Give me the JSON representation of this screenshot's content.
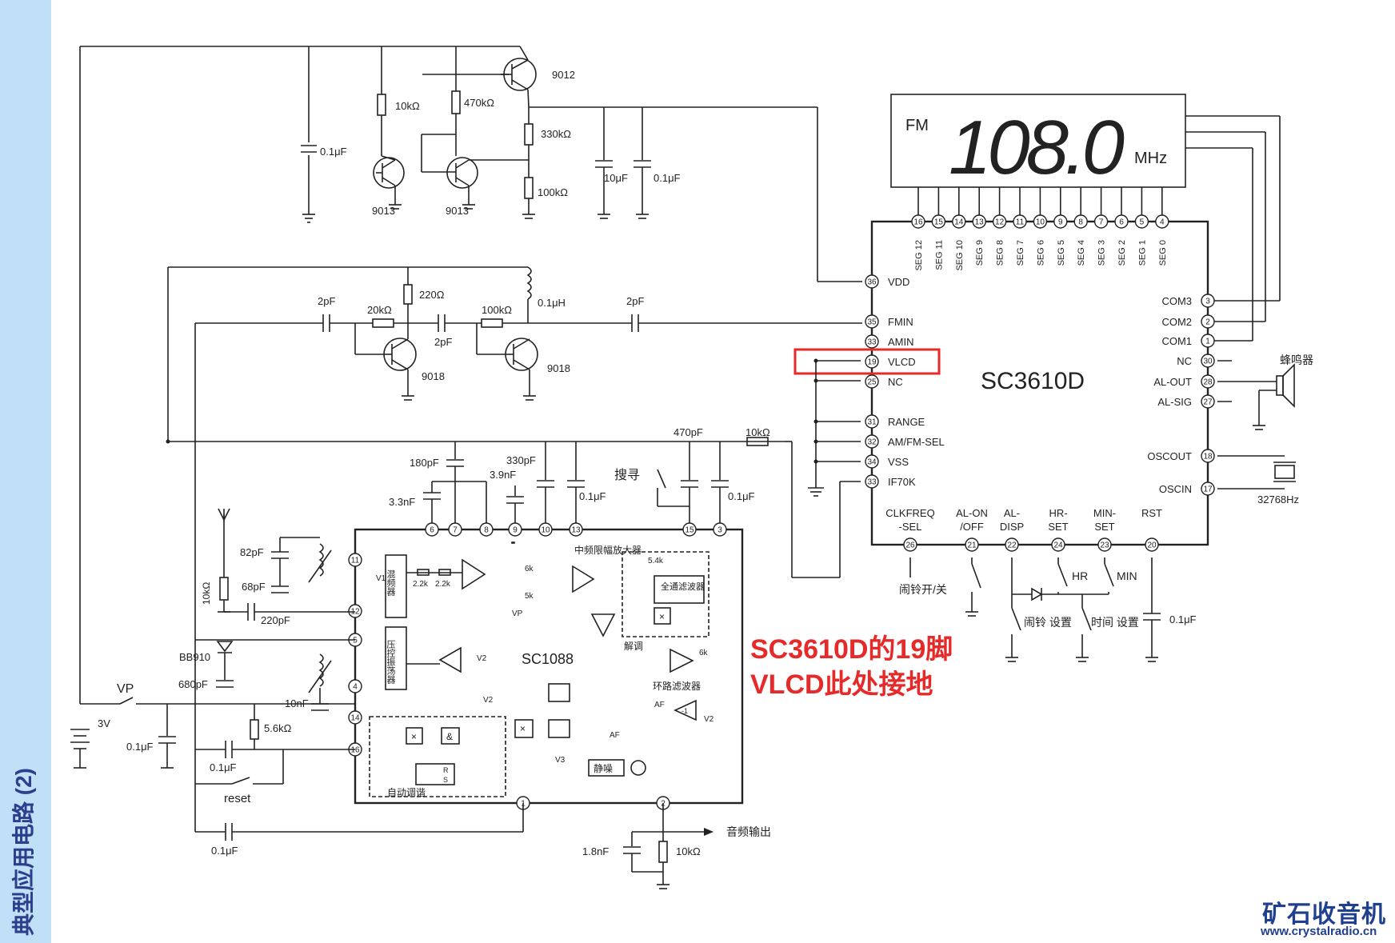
{
  "sidebar": {
    "title": "典型应用电路 (2)"
  },
  "logo": {
    "name": "矿石收音机",
    "url": "www.crystalradio.cn"
  },
  "annotation": {
    "line1": "SC3610D的19脚",
    "line2": "VLCD此处接地"
  },
  "display": {
    "band": "FM",
    "freq": "108.0",
    "unit": "MHz"
  },
  "ic_main": {
    "name": "SC3610D"
  },
  "ic_fm": {
    "name": "SC1088"
  },
  "top_pins": [
    {
      "num": "16",
      "label": "SEG 12"
    },
    {
      "num": "15",
      "label": "SEG 11"
    },
    {
      "num": "14",
      "label": "SEG 10"
    },
    {
      "num": "13",
      "label": "SEG 9"
    },
    {
      "num": "12",
      "label": "SEG 8"
    },
    {
      "num": "11",
      "label": "SEG 7"
    },
    {
      "num": "10",
      "label": "SEG 6"
    },
    {
      "num": "9",
      "label": "SEG 5"
    },
    {
      "num": "8",
      "label": "SEG 4"
    },
    {
      "num": "7",
      "label": "SEG 3"
    },
    {
      "num": "6",
      "label": "SEG 2"
    },
    {
      "num": "5",
      "label": "SEG 1"
    },
    {
      "num": "4",
      "label": "SEG 0"
    }
  ],
  "left_pins": [
    {
      "num": "36",
      "label": "VDD"
    },
    {
      "num": "35",
      "label": "FMIN"
    },
    {
      "num": "33",
      "label": "AMIN"
    },
    {
      "num": "19",
      "label": "VLCD"
    },
    {
      "num": "25",
      "label": "NC"
    },
    {
      "num": "31",
      "label": "RANGE"
    },
    {
      "num": "32",
      "label": "AM/FM-SEL"
    },
    {
      "num": "34",
      "label": "VSS"
    },
    {
      "num": "33",
      "label": "IF70K"
    }
  ],
  "right_pins": [
    {
      "num": "3",
      "label": "COM3"
    },
    {
      "num": "2",
      "label": "COM2"
    },
    {
      "num": "1",
      "label": "COM1"
    },
    {
      "num": "30",
      "label": "NC"
    },
    {
      "num": "28",
      "label": "AL-OUT"
    },
    {
      "num": "27",
      "label": "AL-SIG"
    },
    {
      "num": "18",
      "label": "OSCOUT"
    },
    {
      "num": "17",
      "label": "OSCIN"
    }
  ],
  "bottom_pins": [
    {
      "num": "26",
      "label": "CLKFREQ -SEL"
    },
    {
      "num": "21",
      "label": "AL-ON /OFF"
    },
    {
      "num": "22",
      "label": "AL- DISP"
    },
    {
      "num": "24",
      "label": "HR- SET"
    },
    {
      "num": "23",
      "label": "MIN- SET"
    },
    {
      "num": "20",
      "label": "RST"
    }
  ],
  "fm_pins_top": [
    "6",
    "7",
    "8",
    "9",
    "10",
    "13",
    "15",
    "3"
  ],
  "fm_pins_left": [
    "11",
    "12",
    "5",
    "4",
    "14",
    "16"
  ],
  "fm_pins_bottom": [
    "1",
    "2"
  ],
  "labels": {
    "q_9012": "9012",
    "q_9013a": "9013",
    "q_9013b": "9013",
    "q_9018a": "9018",
    "q_9018b": "9018",
    "r_10k": "10kΩ",
    "r_470k": "470kΩ",
    "r_330k": "330kΩ",
    "r_100k": "100kΩ",
    "c_01_top": "0.1μF",
    "c_10u": "10μF",
    "c_01_b": "0.1μF",
    "c_2pf_a": "2pF",
    "r_20k": "20kΩ",
    "r_220": "220Ω",
    "c_2pf_b": "2pF",
    "r_100k_b": "100kΩ",
    "l_01": "0.1μH",
    "c_2pf_c": "2pF",
    "c_470p": "470pF",
    "r_10k_b": "10kΩ",
    "c_180p": "180pF",
    "c_330p": "330pF",
    "c_39n": "3.9nF",
    "c_33n": "3.3nF",
    "c_01_c": "0.1μF",
    "c_01_d": "0.1μF",
    "search": "搜寻",
    "c_82p": "82pF",
    "c_68p": "68pF",
    "c_220p": "220pF",
    "r_10k_c": "10kΩ",
    "v1": "V1",
    "mixer": "混频器",
    "vco": "压控振荡器",
    "r_22k_a": "2.2k",
    "r_22k_b": "2.2k",
    "if_amp": "中频限幅放大器",
    "allpass": "全通滤波器",
    "r_54k": "5.4k",
    "demod": "解调",
    "r_6k_a": "6k",
    "r_5k": "5k",
    "vp": "VP",
    "r_6k_b": "6k",
    "v2_a": "V2",
    "v2_b": "V2",
    "v2_c": "V2",
    "loop_filter": "环路滤波器",
    "af_a": "AF",
    "af_b": "AF",
    "v3": "V3",
    "mute": "静噪",
    "auto_tune": "自动调谐",
    "bb910": "BB910",
    "c_680p": "680pF",
    "c_10n": "10nF",
    "vp_sw": "VP",
    "bat": "3V",
    "c_01_e": "0.1μF",
    "r_56k": "5.6kΩ",
    "c_01_f": "0.1μF",
    "reset": "reset",
    "c_01_g": "0.1μF",
    "c_18n": "1.8nF",
    "r_10k_d": "10kΩ",
    "audio_out": "音频输出",
    "buzzer": "蜂鸣器",
    "xtal": "32768Hz",
    "alarm_sw": "闹铃开/关",
    "hr": "HR",
    "min": "MIN",
    "alarm_set": "闹铃 设置",
    "time_set": "时间 设置",
    "c_01_h": "0.1μF",
    "r_and": "&",
    "rs_r": "R",
    "rs_s": "S",
    "af_amp": "-1"
  },
  "colors": {
    "sidebar": "#bfe0f7",
    "highlight": "#e62a2a",
    "logo": "#1f3f8f"
  }
}
